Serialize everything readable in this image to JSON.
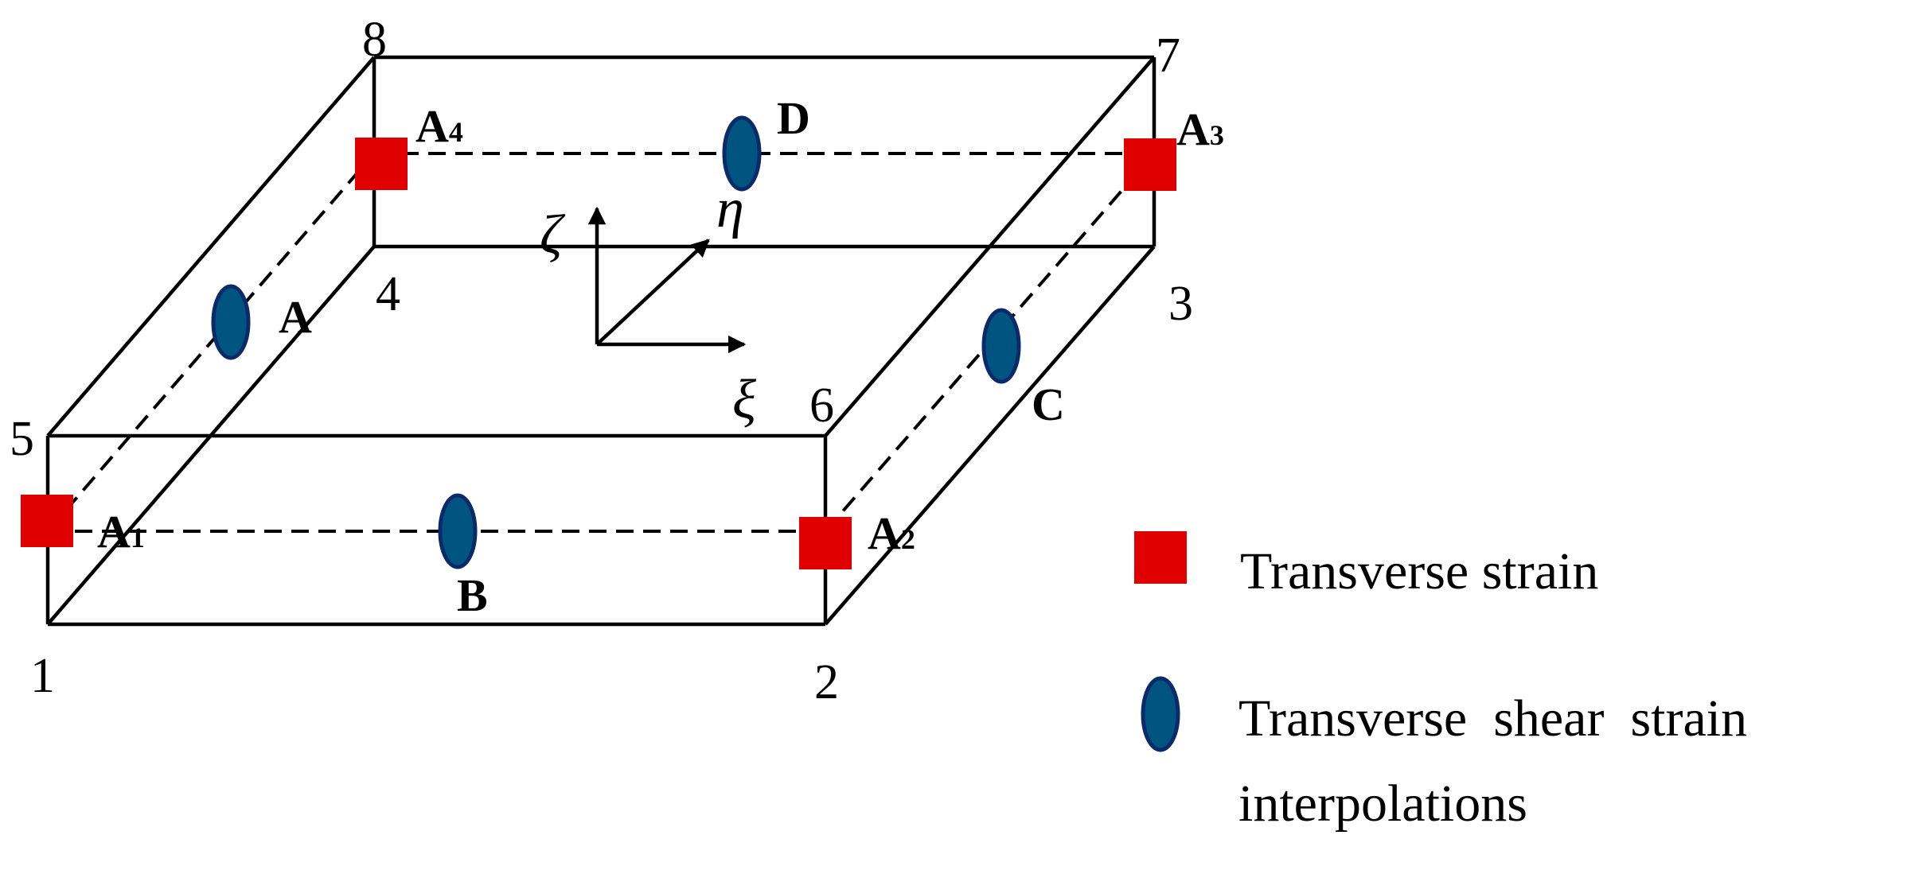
{
  "nodes": [
    "1",
    "2",
    "3",
    "4",
    "5",
    "6",
    "7",
    "8"
  ],
  "strain_points": {
    "a1": {
      "letter": "A",
      "sub": "1"
    },
    "a2": {
      "letter": "A",
      "sub": "2"
    },
    "a3": {
      "letter": "A",
      "sub": "3"
    },
    "a4": {
      "letter": "A",
      "sub": "4"
    }
  },
  "shear_points": [
    "A",
    "B",
    "C",
    "D"
  ],
  "axes": {
    "zeta": "ζ",
    "eta": "η",
    "xi": "ξ"
  },
  "legend": {
    "transverse_strain": "Transverse strain",
    "shear_line1": "Transverse  shear  strain",
    "shear_line2": "interpolations"
  },
  "colors": {
    "square": "#e00000",
    "ellipse_fill": "#005580",
    "ellipse_stroke": "#0a2a6a"
  }
}
